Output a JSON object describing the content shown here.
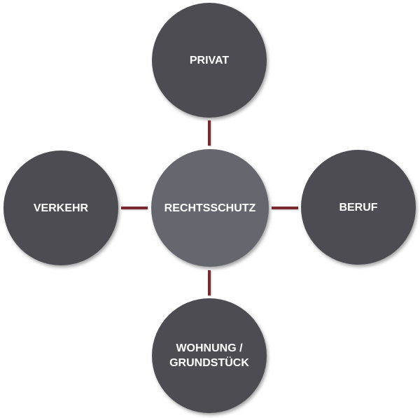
{
  "diagram": {
    "type": "hub-and-spoke",
    "colors": {
      "hub": "#66666e",
      "spoke": "#4d4c53",
      "connector": "#7a2a2e",
      "text": "#ffffff",
      "background": "#ffffff"
    },
    "hub": {
      "label": "RECHTSSCHUTZ"
    },
    "spokes": [
      {
        "position": "top",
        "label": "PRIVAT"
      },
      {
        "position": "left",
        "label": "VERKEHR"
      },
      {
        "position": "right",
        "label": "BERUF"
      },
      {
        "position": "bottom",
        "label": "WOHNUNG /\nGRUNDSTÜCK"
      }
    ]
  }
}
